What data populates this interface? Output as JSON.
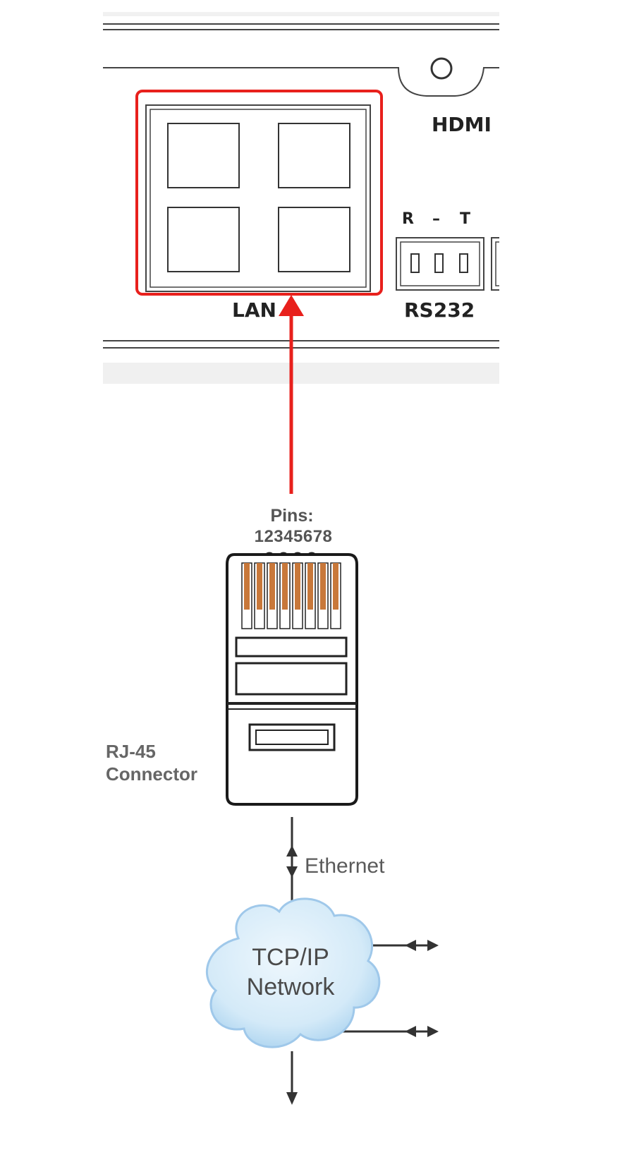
{
  "panel": {
    "hdmi_label": "HDMI",
    "lan_label": "LAN",
    "rs232_label": "RS232",
    "rs232_pins": {
      "r": "R",
      "dash": "–",
      "t": "T"
    }
  },
  "connector": {
    "pins_title": "Pins:",
    "pins_numbers": "12345678",
    "name_line1": "RJ-45",
    "name_line2": "Connector"
  },
  "network": {
    "link_label": "Ethernet",
    "cloud_line1": "TCP/IP",
    "cloud_line2": "Network"
  },
  "colors": {
    "highlight": "#e8201c",
    "pin_copper": "#c8783a",
    "cloud_fill": "#cfe7f7",
    "cloud_edge": "#9fc8ea"
  }
}
